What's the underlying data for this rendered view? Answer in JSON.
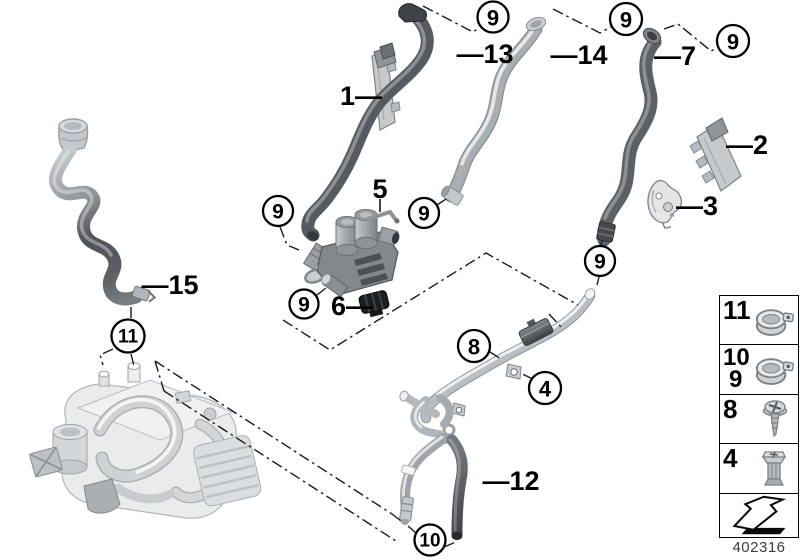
{
  "diagram_number": "402316",
  "callouts": [
    {
      "id": "9a",
      "label": "9"
    },
    {
      "id": "9b",
      "label": "9"
    },
    {
      "id": "9c",
      "label": "9"
    },
    {
      "id": "9d",
      "label": "9"
    },
    {
      "id": "9e",
      "label": "9"
    },
    {
      "id": "9f",
      "label": "9"
    },
    {
      "id": "9g",
      "label": "9"
    },
    {
      "id": "8",
      "label": "8"
    },
    {
      "id": "4",
      "label": "4"
    },
    {
      "id": "10",
      "label": "10"
    },
    {
      "id": "11",
      "label": "11"
    }
  ],
  "part_labels": [
    {
      "id": "1",
      "text": "1—"
    },
    {
      "id": "2",
      "text": "—2"
    },
    {
      "id": "3",
      "text": "—3"
    },
    {
      "id": "5",
      "text": "5"
    },
    {
      "id": "6",
      "text": "6—"
    },
    {
      "id": "7",
      "text": "—7"
    },
    {
      "id": "12",
      "text": "—12"
    },
    {
      "id": "13",
      "text": "—13"
    },
    {
      "id": "14",
      "text": "—14"
    },
    {
      "id": "15",
      "text": "—15"
    }
  ],
  "legend": {
    "items": [
      {
        "numbers": [
          "11"
        ],
        "icon": "hose-clamp"
      },
      {
        "numbers": [
          "10",
          "9"
        ],
        "icon": "hose-clamp"
      },
      {
        "numbers": [
          "8"
        ],
        "icon": "screw"
      },
      {
        "numbers": [
          "4"
        ],
        "icon": "expansion-rivet"
      },
      {
        "numbers": [],
        "icon": "direction-arrow"
      }
    ]
  },
  "colors": {
    "background": "#ffffff",
    "line": "#000000",
    "hose_dark": "#5c6167",
    "hose_light": "#a6abb0",
    "metal_light": "#c9cdd1"
  }
}
